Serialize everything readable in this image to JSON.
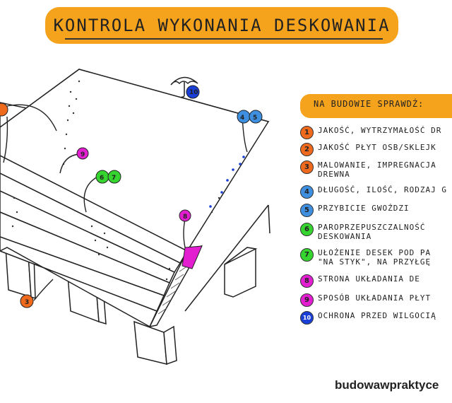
{
  "title": "KONTROLA WYKONANIA DESKOWANIA",
  "checklist": {
    "header": "NA BUDOWIE SPRAWDŹ:",
    "items": [
      {
        "num": "1",
        "color": "#f06a1e",
        "text": "JAKOŚĆ, WYTRZYMAŁOŚĆ DR"
      },
      {
        "num": "2",
        "color": "#f06a1e",
        "text": "JAKOŚĆ PŁYT OSB/SKLEJK"
      },
      {
        "num": "3",
        "color": "#f06a1e",
        "text": "MALOWANIE, IMPREGNACJA\nDREWNA"
      },
      {
        "num": "4",
        "color": "#3f8fe0",
        "text": "DŁUGOŚĆ, ILOŚĆ, RODZAJ G"
      },
      {
        "num": "5",
        "color": "#3f8fe0",
        "text": "PRZYBICIE GWOŹDZI"
      },
      {
        "num": "6",
        "color": "#35d42e",
        "text": "PAROPRZEPUSZCZALNOŚĆ\nDESKOWANIA"
      },
      {
        "num": "7",
        "color": "#35d42e",
        "text": "UŁOŻENIE DESEK POD PA\n\"NA STYK\", NA PRZYŁGĘ"
      },
      {
        "num": "8",
        "color": "#e21ed0",
        "text": "STRONA UKŁADANIA DE"
      },
      {
        "num": "9",
        "color": "#e21ed0",
        "text": "SPOSÓB UKŁADANIA PŁYT"
      },
      {
        "num": "10",
        "color": "#1a3fd6",
        "text": "OCHRONA PRZED WILGOCIĄ"
      }
    ]
  },
  "drawing": {
    "bubbles": [
      {
        "label": "45",
        "color": "#3f8fe0"
      },
      {
        "label": "9",
        "color": "#e21ed0"
      },
      {
        "label": "67",
        "color": "#35d42e"
      },
      {
        "label": "8",
        "color": "#e21ed0"
      },
      {
        "label": "3",
        "color": "#f06a1e"
      },
      {
        "label": "10",
        "color": "#1a3fd6"
      },
      {
        "label": "",
        "color": "#f06a1e"
      }
    ],
    "umbrella_icon": "umbrella-icon"
  },
  "footer": "budowawpraktyce"
}
